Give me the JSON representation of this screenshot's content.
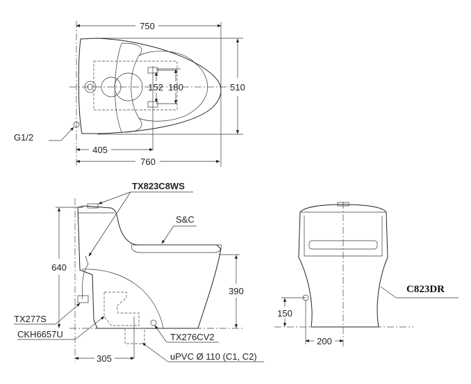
{
  "top_view": {
    "width_750": "750",
    "depth_510": "510",
    "bolt_152": "152",
    "bolt_180": "180",
    "offset_405": "405",
    "overall_760": "760",
    "inlet": "G1/2"
  },
  "side_view": {
    "flush_valve": "TX823C8WS",
    "seat": "S&C",
    "height_640": "640",
    "seat_height_390": "390",
    "stop_valve": "TX277S",
    "flange": "CKH6657U",
    "bolt_cap": "TX276CV2",
    "rough_in_305": "305",
    "drain": "uPVC Ø 110 (C1, C2)"
  },
  "front_view": {
    "model": "C823DR",
    "inlet_height_150": "150",
    "inlet_offset_200": "200"
  }
}
